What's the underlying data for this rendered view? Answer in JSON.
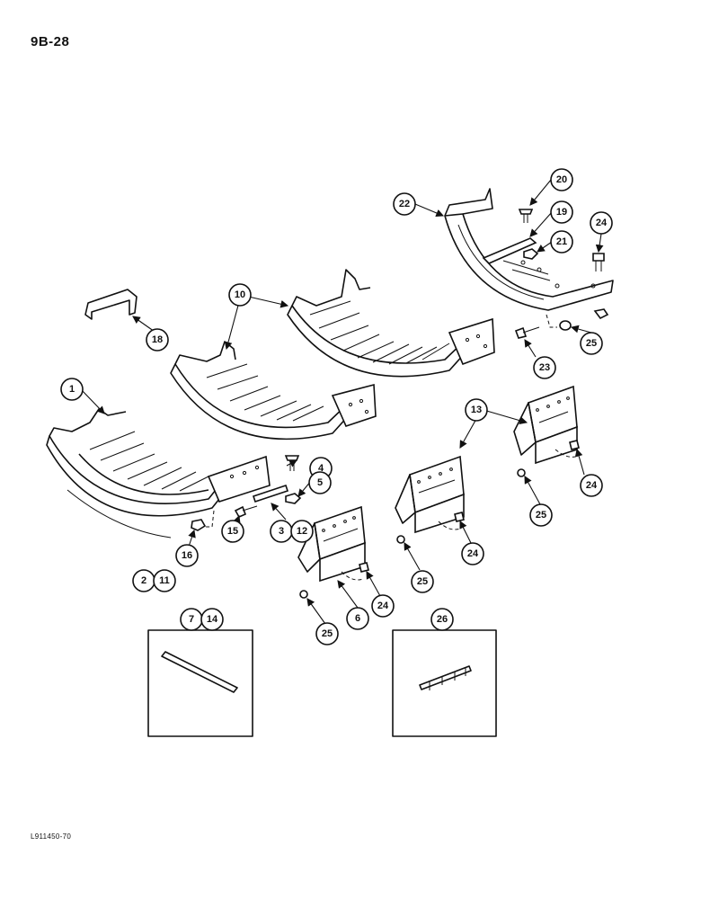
{
  "header": {
    "page_number": "9B-28"
  },
  "footer": {
    "figure_code": "L911450-70"
  },
  "callouts": {
    "c1": "1",
    "c2": "2",
    "c3": "3",
    "c4": "4",
    "c5": "5",
    "c6": "6",
    "c7": "7",
    "c10": "10",
    "c11": "11",
    "c12": "12",
    "c13": "13",
    "c14": "14",
    "c15": "15",
    "c16": "16",
    "c18": "18",
    "c19": "19",
    "c20": "20",
    "c21": "21",
    "c22": "22",
    "c23": "23",
    "c24a": "24",
    "c24b": "24",
    "c24c": "24",
    "c24d": "24",
    "c25a": "25",
    "c25b": "25",
    "c25c": "25",
    "c25d": "25",
    "c26": "26"
  }
}
